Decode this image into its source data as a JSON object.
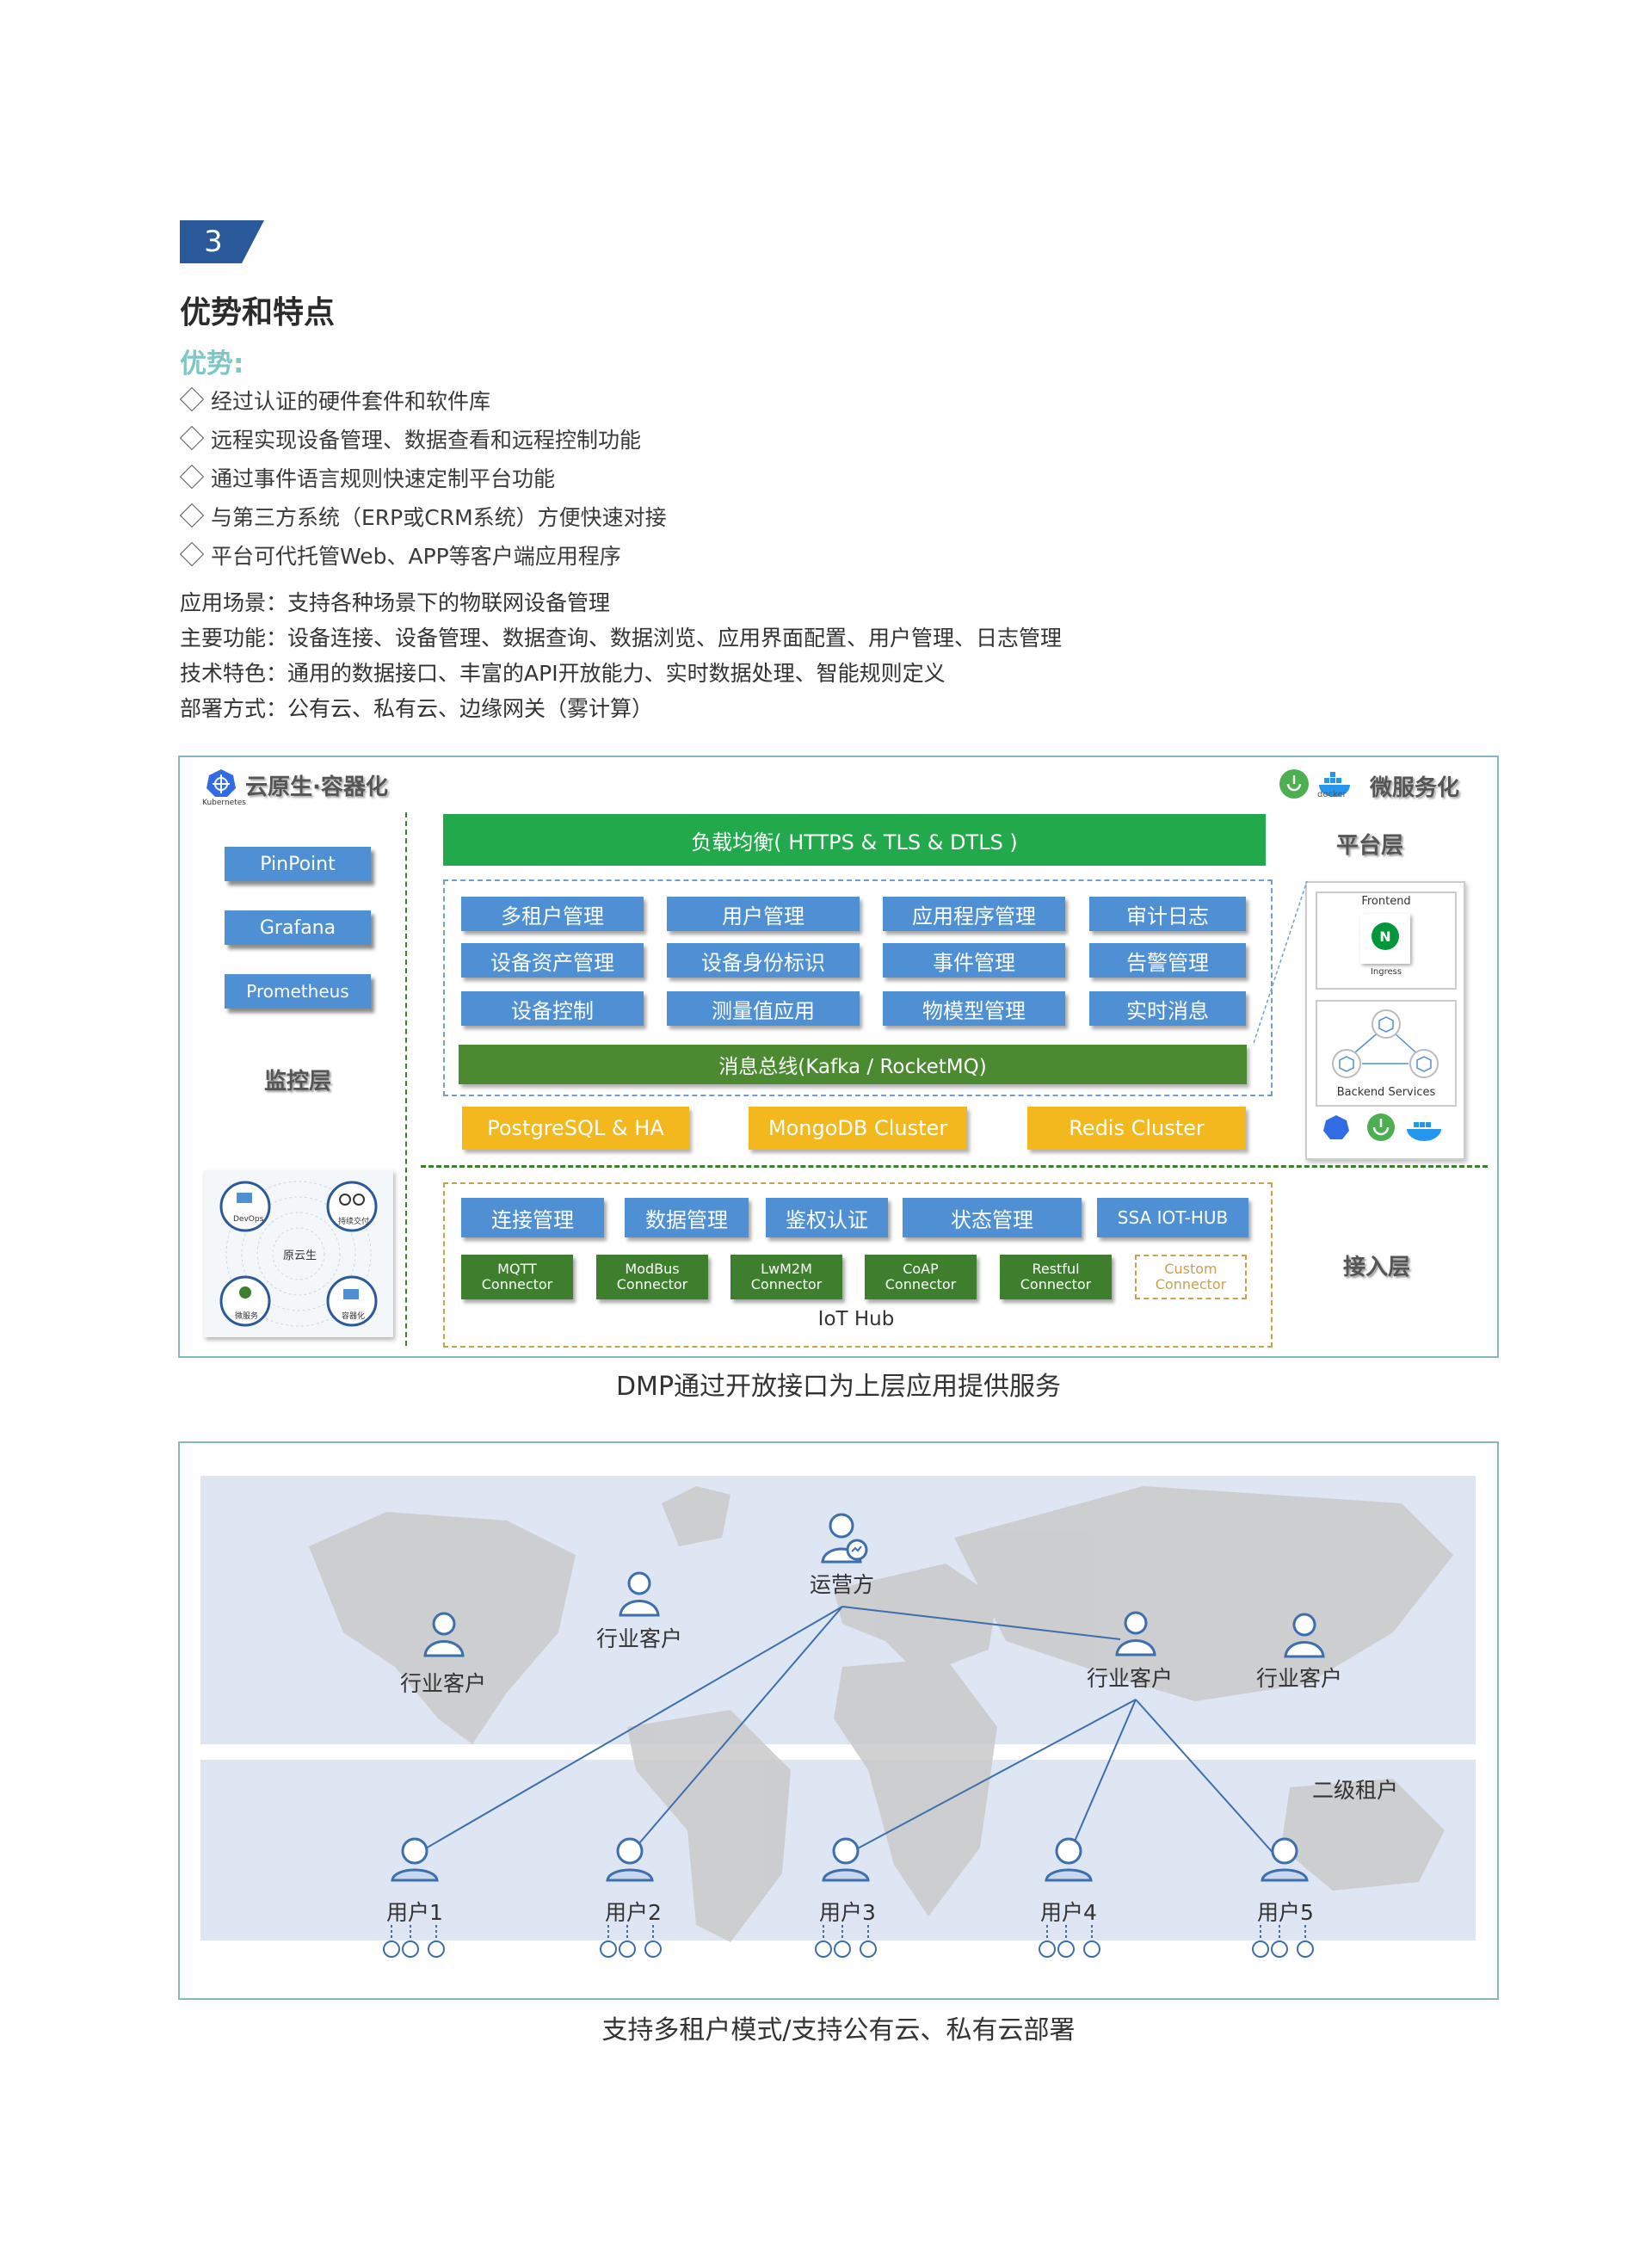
{
  "section": {
    "number": "3",
    "title": "优势和特点"
  },
  "advantages": {
    "title": "优势:",
    "items": [
      "经过认证的硬件套件和软件库",
      "远程实现设备管理、数据查看和远程控制功能",
      "通过事件语言规则快速定制平台功能",
      "与第三方系统（ERP或CRM系统）方便快速对接",
      "平台可代托管Web、APP等客户端应用程序"
    ]
  },
  "info": [
    {
      "label": "应用场景：",
      "value": "支持各种场景下的物联网设备管理"
    },
    {
      "label": "主要功能：",
      "value": "设备连接、设备管理、数据查询、数据浏览、应用界面配置、用户管理、日志管理"
    },
    {
      "label": "技术特色：",
      "value": "通用的数据接口、丰富的API开放能力、实时数据处理、智能规则定义"
    },
    {
      "label": "部署方式：",
      "value": "公有云、私有云、边缘网关（雾计算）"
    }
  ],
  "figure1": {
    "caption": "DMP通过开放接口为上层应用提供服务",
    "cloud_native": "云原生·容器化",
    "kubernetes": "Kubernetes",
    "microservice": "微服务化",
    "docker": "docker",
    "monitor": {
      "items": [
        "PinPoint",
        "Grafana",
        "Prometheus"
      ],
      "label": "监控层"
    },
    "cloud_circle": {
      "center": "原云生",
      "items": [
        "DevOps",
        "持续交付",
        "微服务",
        "容器化"
      ]
    },
    "load_balancer": "负载均衡( HTTPS & TLS & DTLS )",
    "platform_label": "平台层",
    "platform_grid": [
      [
        "多租户管理",
        "用户管理",
        "应用程序管理",
        "审计日志"
      ],
      [
        "设备资产管理",
        "设备身份标识",
        "事件管理",
        "告警管理"
      ],
      [
        "设备控制",
        "测量值应用",
        "物模型管理",
        "实时消息"
      ]
    ],
    "message_bus": "消息总线(Kafka / RocketMQ)",
    "databases": [
      "PostgreSQL & HA",
      "MongoDB Cluster",
      "Redis Cluster"
    ],
    "side_panel": {
      "frontend": "Frontend",
      "ingress": "Ingress",
      "backend": "Backend Services"
    },
    "access_label": "接入层",
    "access_top": [
      "连接管理",
      "数据管理",
      "鉴权认证",
      "状态管理",
      "SSA IOT-HUB"
    ],
    "connectors": [
      "MQTT\nConnector",
      "ModBus\nConnector",
      "LwM2M\nConnector",
      "CoAP\nConnector",
      "Restful\nConnector",
      "Custom\nConnector"
    ],
    "iot_hub": "IoT Hub"
  },
  "figure2": {
    "caption": "支持多租户模式/支持公有云、私有云部署",
    "operator": "运营方",
    "customers": [
      "行业客户",
      "行业客户",
      "行业客户",
      "行业客户"
    ],
    "secondary": "二级租户",
    "users": [
      "用户1",
      "用户2",
      "用户3",
      "用户4",
      "用户5"
    ]
  }
}
